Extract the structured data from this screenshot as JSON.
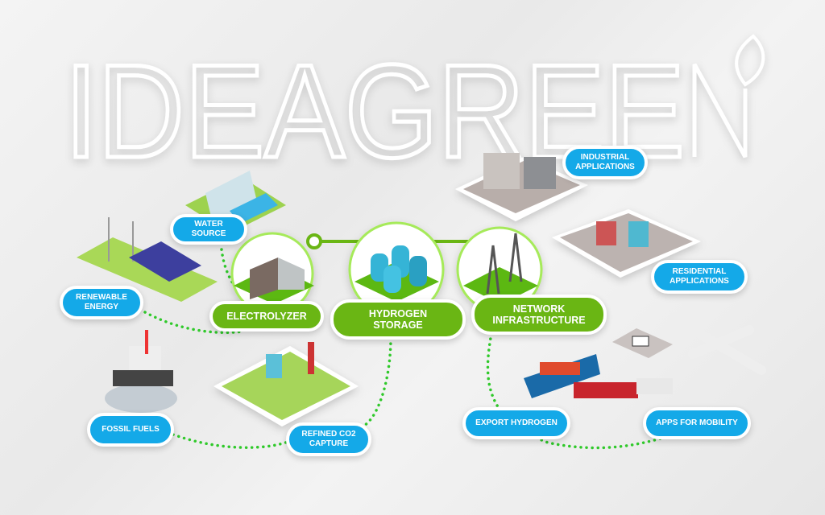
{
  "brand": {
    "logo_text": "IDEAGREEN"
  },
  "colors": {
    "blue": "#14a9e8",
    "green": "#6ab614",
    "dots": "#2fc92a",
    "ring": "#a6ea5a"
  },
  "labels": {
    "water_source": "WATER\nSOURCE",
    "renewable_energy": "RENEWABLE\nENERGY",
    "fossil_fuels": "FOSSIL FUELS",
    "refined_co2": "REFINED CO2\nCAPTURE",
    "electrolyzer": "ELECTROLYZER",
    "hydrogen_storage": "HYDROGEN\nSTORAGE",
    "network_infrastructure": "NETWORK\nINFRASTRUCTURE",
    "industrial_applications": "INDUSTRIAL\nAPPLICATIONS",
    "residential_applications": "RESIDENTIAL\nAPPLICATIONS",
    "export_hydrogen": "EXPORT HYDROGEN",
    "apps_for_mobility": "APPS FOR MOBILITY"
  }
}
